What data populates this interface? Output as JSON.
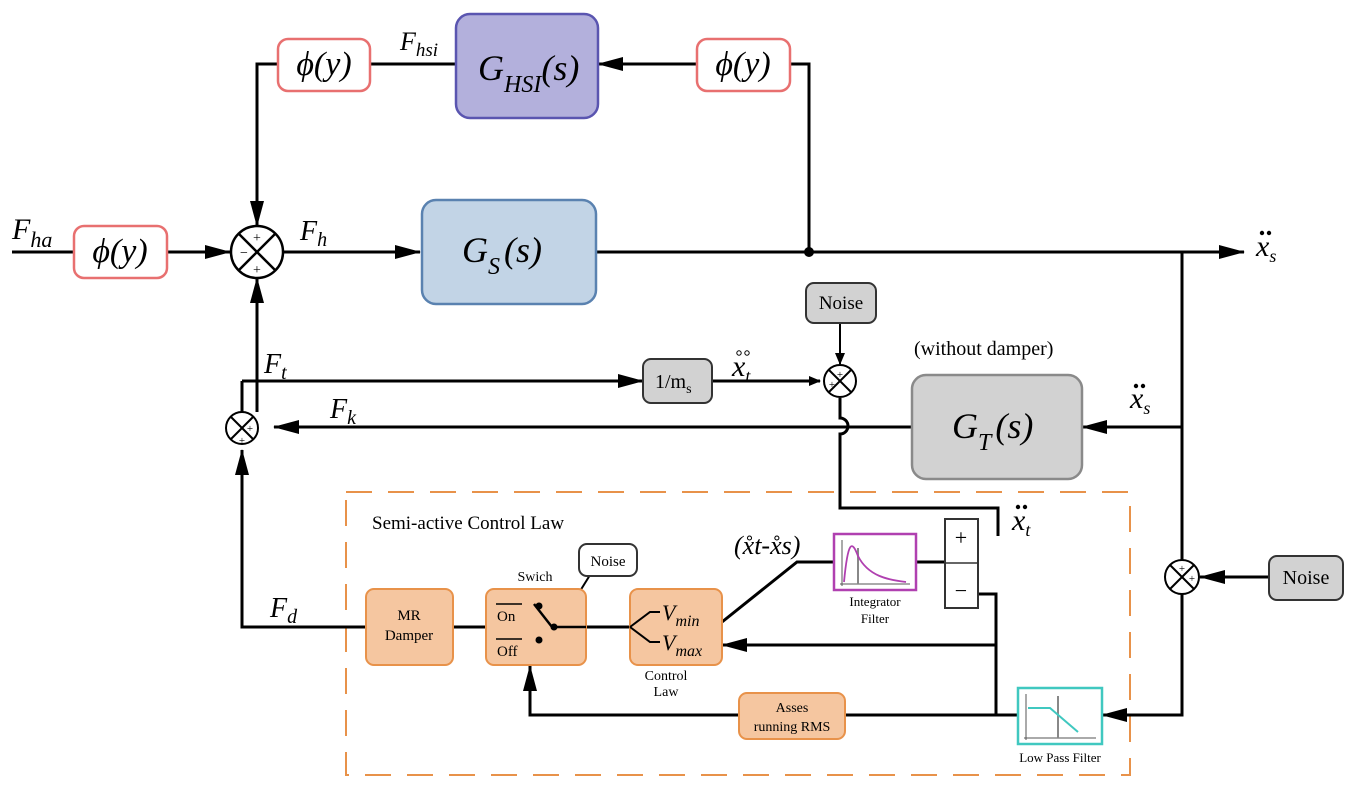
{
  "signals": {
    "f_ha": "F",
    "f_ha_sub": "ha",
    "f_hsi": "F",
    "f_hsi_sub": "hsi",
    "f_h": "F",
    "f_h_sub": "h",
    "f_t": "F",
    "f_t_sub": "t",
    "f_k": "F",
    "f_k_sub": "k",
    "f_d": "F",
    "f_d_sub": "d",
    "xs_ddot": "x",
    "xs_sub": "s",
    "xt_ddot": "x",
    "xt_sub": "t",
    "rel_vel": "(x̊t-x̊s)"
  },
  "blocks": {
    "phi": "ϕ(y)",
    "g_hsi": "G",
    "g_hsi_sub": "HSI",
    "g_hsi_tail": "(s)",
    "g_s": "G",
    "g_s_sub": "S",
    "g_s_tail": "(s)",
    "g_t": "G",
    "g_t_sub": "T",
    "g_t_tail": "(s)",
    "inv_mass": "1/m",
    "inv_mass_sub": "s",
    "noise": "Noise",
    "without_damper": "(without damper)",
    "mr_damper_1": "MR",
    "mr_damper_2": "Damper",
    "switch_title": "Swich",
    "switch_on": "On",
    "switch_off": "Off",
    "vmin": "V",
    "vmin_sub": "min",
    "vmax": "V",
    "vmax_sub": "max",
    "control_law_1": "Control",
    "control_law_2": "Law",
    "integrator_1": "Integrator",
    "integrator_2": "Filter",
    "asses_1": "Asses",
    "asses_2": "running RMS",
    "low_pass": "Low Pass Filter",
    "plus": "+",
    "minus": "−"
  },
  "region": {
    "semi_active_label": "Semi-active Control Law"
  },
  "colors": {
    "phi_border": "#e87070",
    "g_hsi_fill": "#b3b0dc",
    "g_hsi_border": "#5a55b0",
    "g_s_fill": "#c2d4e6",
    "g_s_border": "#5a82b0",
    "gray_fill": "#d2d2d2",
    "orange_fill": "#f5c6a0",
    "orange_border": "#e8924a",
    "integrator_border": "#b040b0",
    "lowpass_border": "#40c8c0"
  }
}
